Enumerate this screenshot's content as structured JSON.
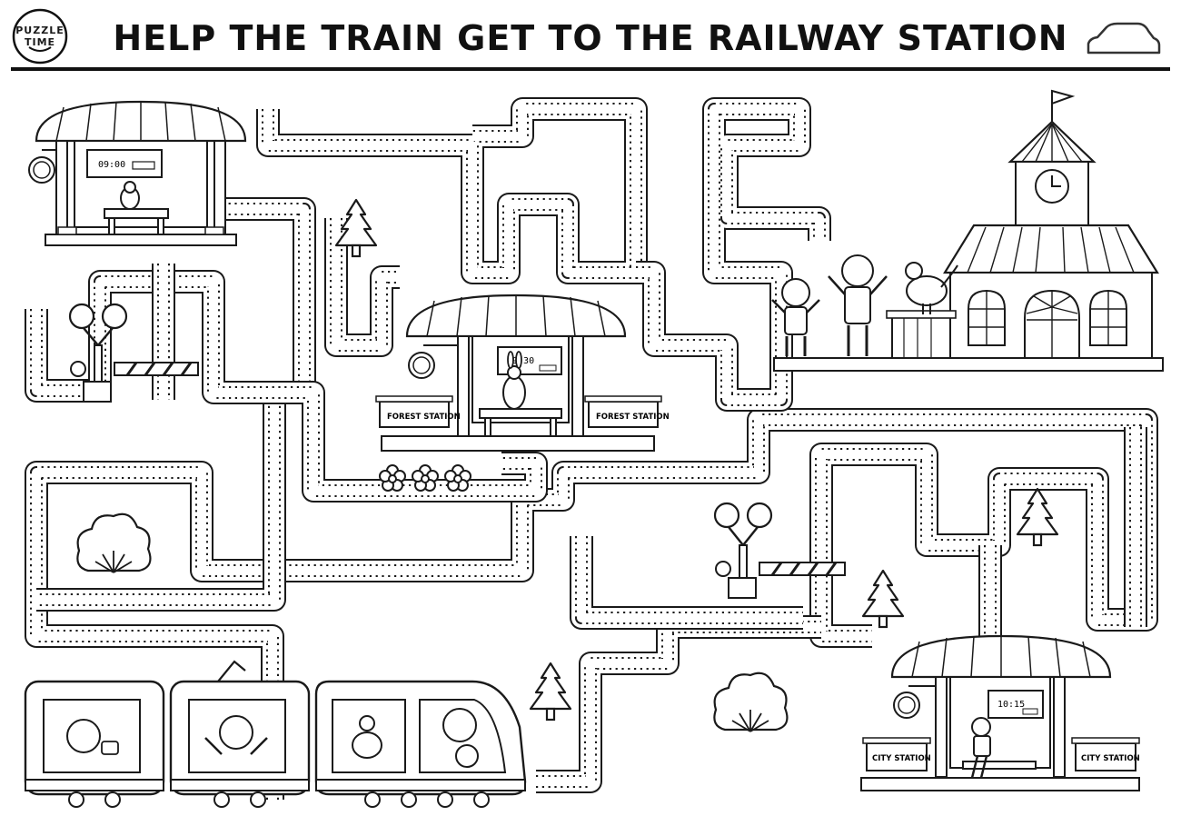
{
  "header": {
    "logo_line1": "PUZZLE",
    "logo_line2": "TIME",
    "title": "HELP THE TRAIN GET TO THE RAILWAY STATION"
  },
  "icons": {
    "logo": "puzzle-time-logo",
    "corner": "car-outline-icon",
    "trees": "pine-tree-icon",
    "bushes": "bush-icon",
    "flowers": "flower-icon"
  },
  "stations": {
    "top_left_clock": "09:00",
    "forest_clock": "09:30",
    "forest_sign_left": "FOREST STATION",
    "forest_sign_right": "FOREST STATION",
    "city_clock": "10:15",
    "city_sign_left": "CITY STATION",
    "city_sign_right": "CITY STATION"
  },
  "colors": {
    "ink": "#1a1a1a",
    "paper": "#ffffff"
  }
}
